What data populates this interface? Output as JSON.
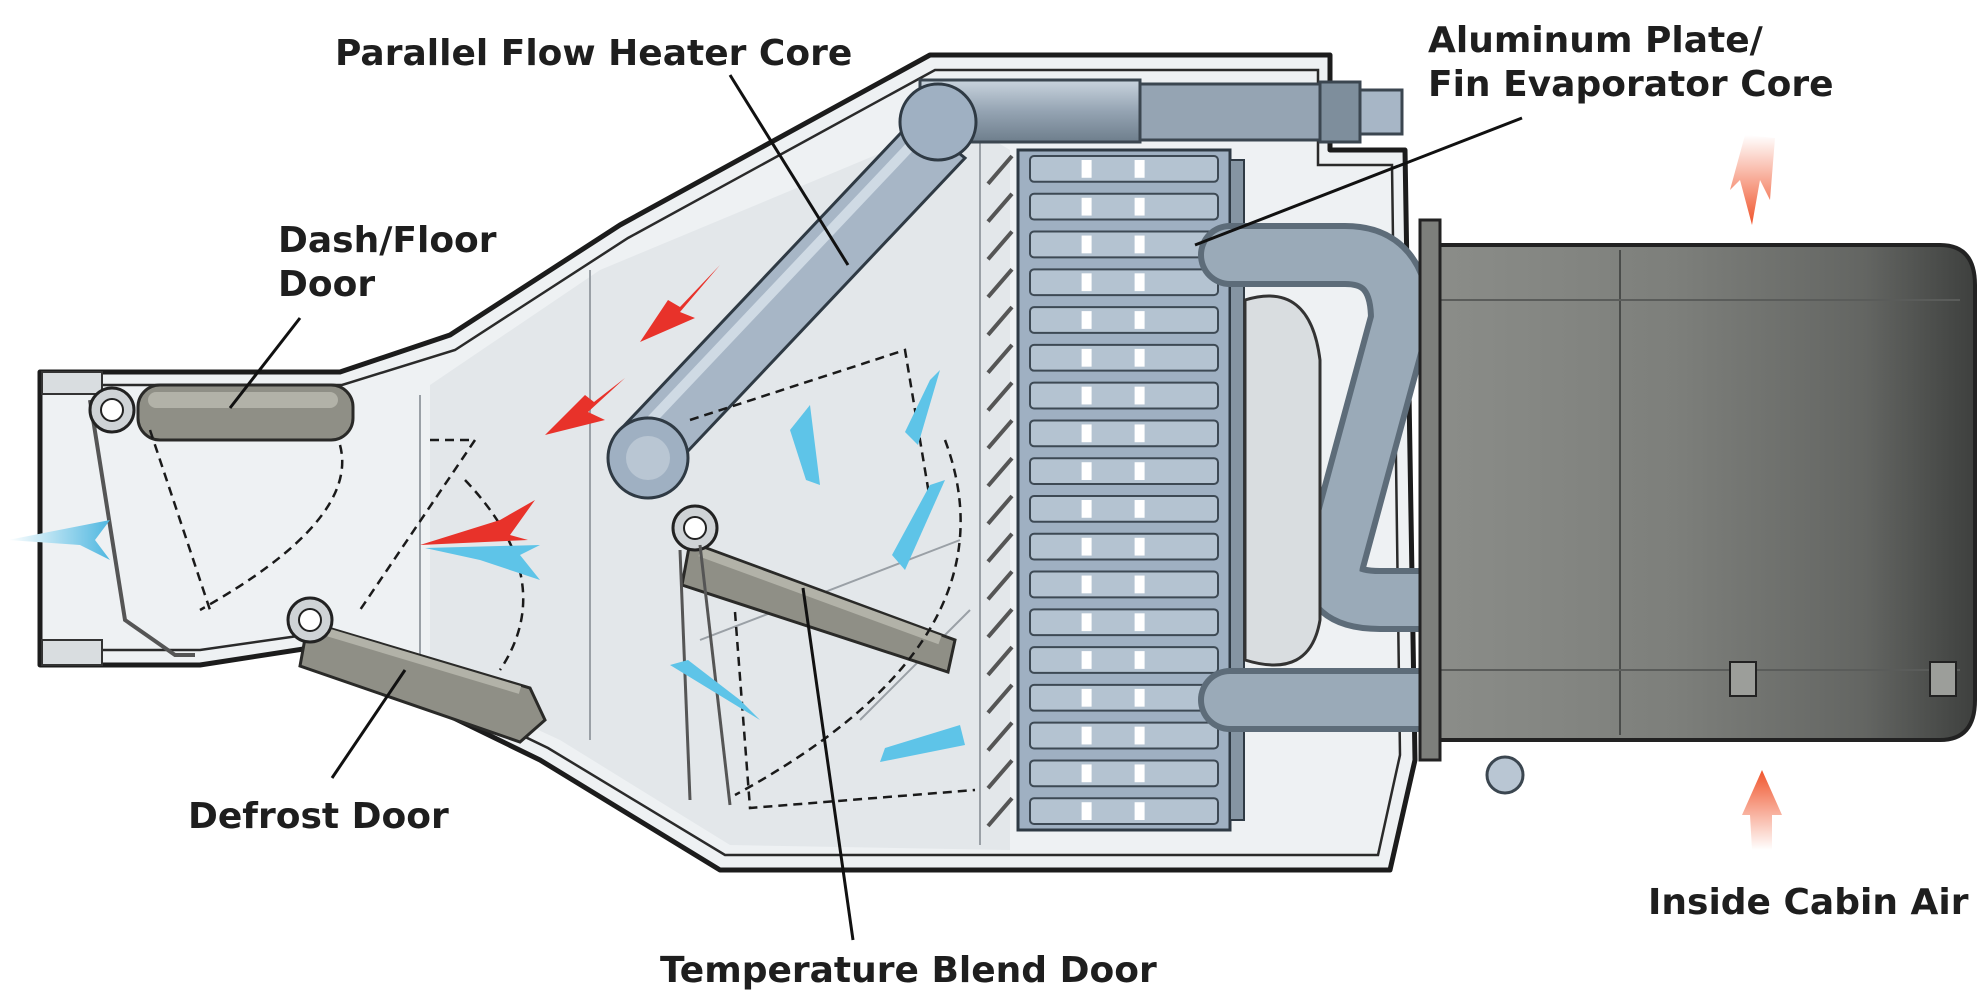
{
  "labels": {
    "heater_core": "Parallel Flow Heater Core",
    "evaporator_line1": "Aluminum Plate/",
    "evaporator_line2": "Fin Evaporator Core",
    "dash_floor_line1": "Dash/Floor",
    "dash_floor_line2": "Door",
    "defrost_door": "Defrost Door",
    "temperature_blend_door": "Temperature Blend Door",
    "inside_cabin_air": "Inside Cabin Air"
  },
  "colors": {
    "warm_air": "#e8322a",
    "cold_air": "#5ec4e8",
    "intake_air": "#f26a3d",
    "heater_core": "#a7b6c6",
    "evaporator": "#9fb0c2",
    "door": "#8f8f86",
    "blower_housing": "#6a6c6a",
    "housing_fill": "#eceff1",
    "housing_outline": "#1c1c1c"
  }
}
